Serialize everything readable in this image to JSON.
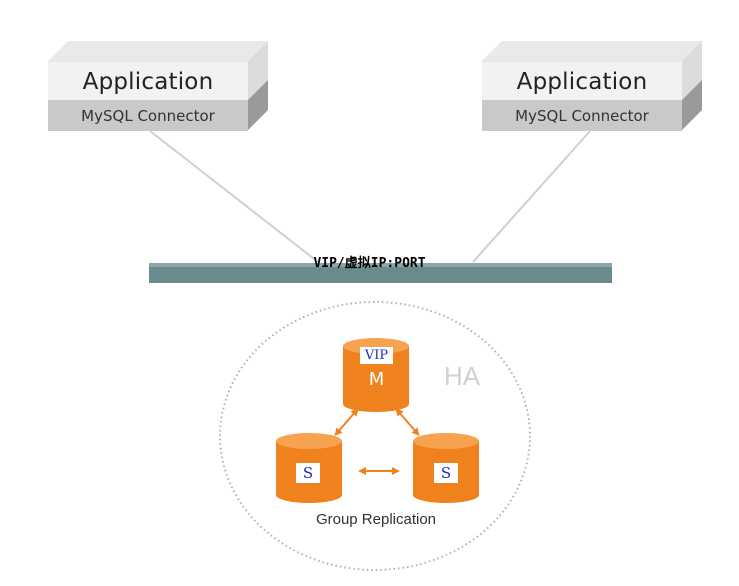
{
  "clients": [
    {
      "app_label": "Application",
      "connector_label": "MySQL Connector"
    },
    {
      "app_label": "Application",
      "connector_label": "MySQL Connector"
    }
  ],
  "network": {
    "label": "VIP/虚拟IP:PORT"
  },
  "cluster": {
    "ha_label": "HA",
    "group_label": "Group Replication",
    "master": {
      "tag": "VIP",
      "role": "M"
    },
    "slaves": [
      {
        "role": "S"
      },
      {
        "role": "S"
      }
    ]
  },
  "colors": {
    "db_fill": "#f0821e",
    "db_top": "#f7a24f",
    "bus": "#6a8a8e",
    "arrow": "#f0821e"
  }
}
